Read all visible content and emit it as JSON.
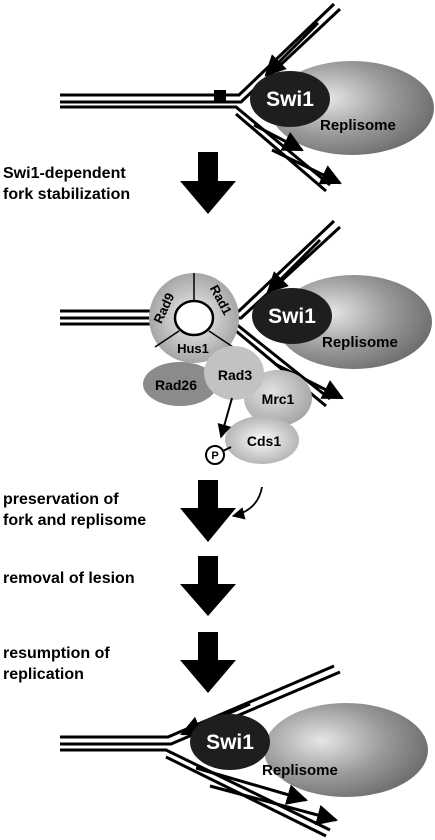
{
  "panel_top": {
    "protein_swi1": "Swi1",
    "protein_replisome": "Replisome"
  },
  "step1": {
    "line1": "Swi1-dependent",
    "line2": "fork stabilization"
  },
  "panel_middle": {
    "protein_swi1": "Swi1",
    "protein_replisome": "Replisome",
    "ring_rad9": "Rad9",
    "ring_rad1": "Rad1",
    "ring_hus1": "Hus1",
    "protein_rad26": "Rad26",
    "protein_rad3": "Rad3",
    "protein_mrc1": "Mrc1",
    "protein_cds1": "Cds1",
    "phospho_symbol": "P"
  },
  "step2": {
    "line1": "preservation of",
    "line2": "fork and replisome"
  },
  "step3": {
    "line1": "removal of lesion"
  },
  "step4": {
    "line1": "resumption of",
    "line2": "replication"
  },
  "panel_bottom": {
    "protein_swi1": "Swi1",
    "protein_replisome": "Replisome"
  }
}
